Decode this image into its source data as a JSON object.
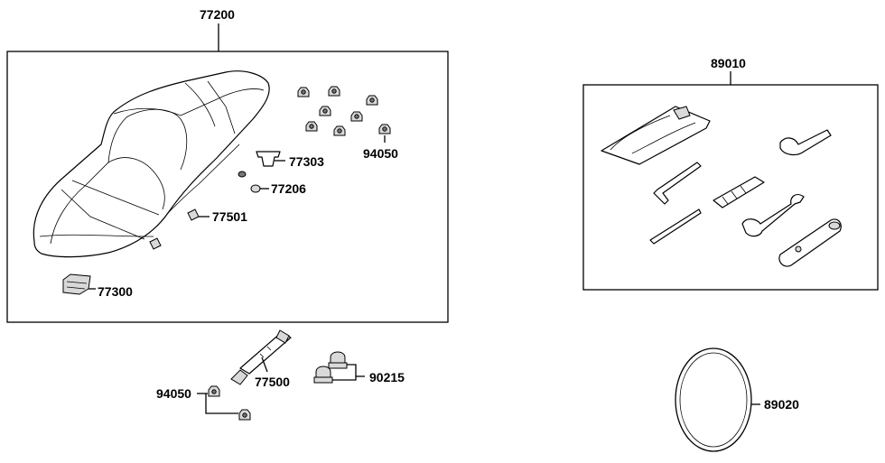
{
  "labels": {
    "seat_assembly": "77200",
    "seat_hinge_bracket": "77303",
    "rubber_bumper": "77206",
    "hook": "77501",
    "lock_bracket": "77300",
    "nut_small": "94050",
    "seat_lock_cable": "77500",
    "nut_bottom": "94050",
    "cap_nut": "90215",
    "tool_kit": "89010",
    "drive_belt": "89020"
  }
}
